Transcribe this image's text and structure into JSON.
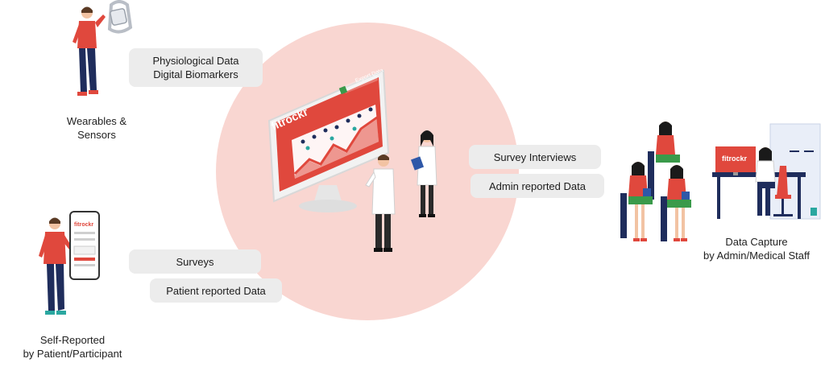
{
  "center": {
    "brand": "fitrockr",
    "export_label": "Export Data"
  },
  "pills": {
    "physiological_data": "Physiological Data",
    "digital_biomarkers": "Digital Biomarkers",
    "survey_interviews": "Survey Interviews",
    "admin_reported_data": "Admin reported Data",
    "surveys": "Surveys",
    "patient_reported_data": "Patient reported Data"
  },
  "captions": {
    "wearables": "Wearables &\nSensors",
    "self_reported": "Self-Reported\nby Patient/Participant",
    "data_capture": "Data Capture\nby Admin/Medical Staff"
  },
  "phone": {
    "brand": "fitrockr"
  },
  "desk_screen": {
    "brand": "fitrockr"
  },
  "colors": {
    "circle": "#f9d6d1",
    "brand_red": "#e0483d",
    "pill_bg": "#ececec",
    "navy": "#1f2d5c",
    "teal": "#2aa7a0",
    "green": "#3a9a4a"
  }
}
